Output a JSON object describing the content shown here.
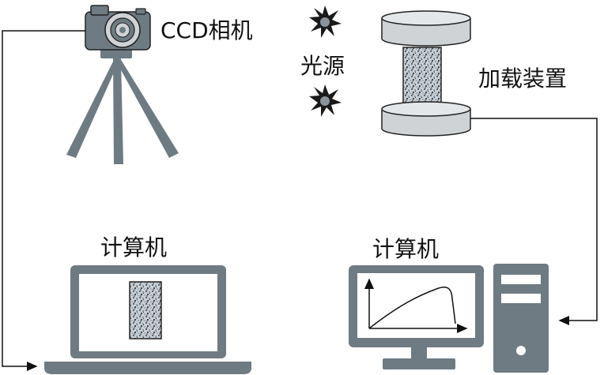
{
  "labels": {
    "camera": "CCD相机",
    "light": "光源",
    "loader": "加载装置",
    "computer_left": "计算机",
    "computer_right": "计算机"
  },
  "colors": {
    "device_gray": "#6f7b83",
    "light_gray": "#cfd3d6",
    "line": "#111111"
  }
}
